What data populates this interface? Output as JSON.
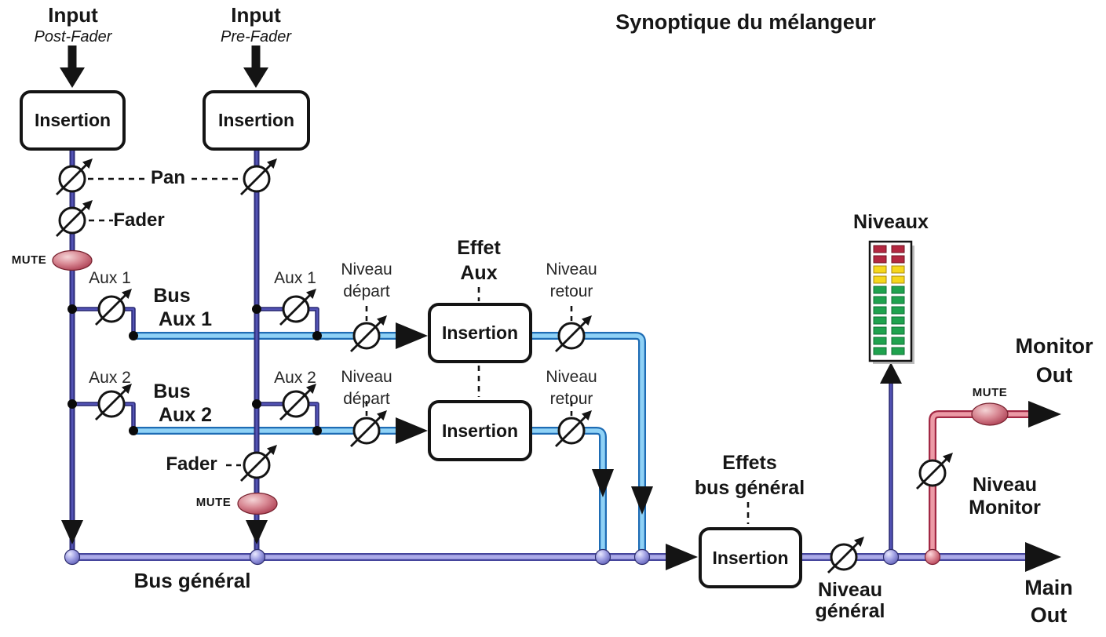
{
  "title": "Synoptique du mélangeur",
  "channel_post": {
    "input": "Input",
    "mode": "Post-Fader",
    "insertion": "Insertion",
    "pan": "Pan",
    "fader": "Fader",
    "mute": "MUTE",
    "aux1": "Aux 1",
    "aux2": "Aux 2"
  },
  "channel_pre": {
    "input": "Input",
    "mode": "Pre-Fader",
    "insertion": "Insertion",
    "aux1": "Aux 1",
    "aux2": "Aux 2",
    "fader": "Fader",
    "mute": "MUTE"
  },
  "bus_aux1": {
    "line1": "Bus",
    "line2": "Aux 1"
  },
  "bus_aux2": {
    "line1": "Bus",
    "line2": "Aux 2"
  },
  "effect_aux": {
    "title_line1": "Effet",
    "title_line2": "Aux",
    "insertion1": "Insertion",
    "insertion2": "Insertion",
    "send1": {
      "line1": "Niveau",
      "line2": "départ"
    },
    "send2": {
      "line1": "Niveau",
      "line2": "départ"
    },
    "return1": {
      "line1": "Niveau",
      "line2": "retour"
    },
    "return2": {
      "line1": "Niveau",
      "line2": "retour"
    }
  },
  "bus_general": {
    "label": "Bus général",
    "effects_line1": "Effets",
    "effects_line2": "bus général",
    "insertion": "Insertion",
    "level_line1": "Niveau",
    "level_line2": "général"
  },
  "meter": {
    "label": "Niveaux",
    "segments": [
      "red",
      "red",
      "yellow",
      "yellow",
      "green",
      "green",
      "green",
      "green",
      "green",
      "green",
      "green"
    ],
    "led_colors": {
      "red": {
        "fill": "#b32740",
        "stroke": "#6e1622"
      },
      "yellow": {
        "fill": "#f6d71c",
        "stroke": "#a8890e"
      },
      "green": {
        "fill": "#1fa24e",
        "stroke": "#0d6e33"
      }
    }
  },
  "monitor": {
    "mute": "MUTE",
    "out_line1": "Monitor",
    "out_line2": "Out",
    "level_line1": "Niveau",
    "level_line2": "Monitor"
  },
  "main_out": {
    "line1": "Main",
    "line2": "Out"
  },
  "colors": {
    "channel_line": "#3f3f9c",
    "aux_bus": "#8fd2f6",
    "general_bus": "#abaae8",
    "monitor_line": "#ec9aa6",
    "mute_badge": "#b5485a"
  }
}
